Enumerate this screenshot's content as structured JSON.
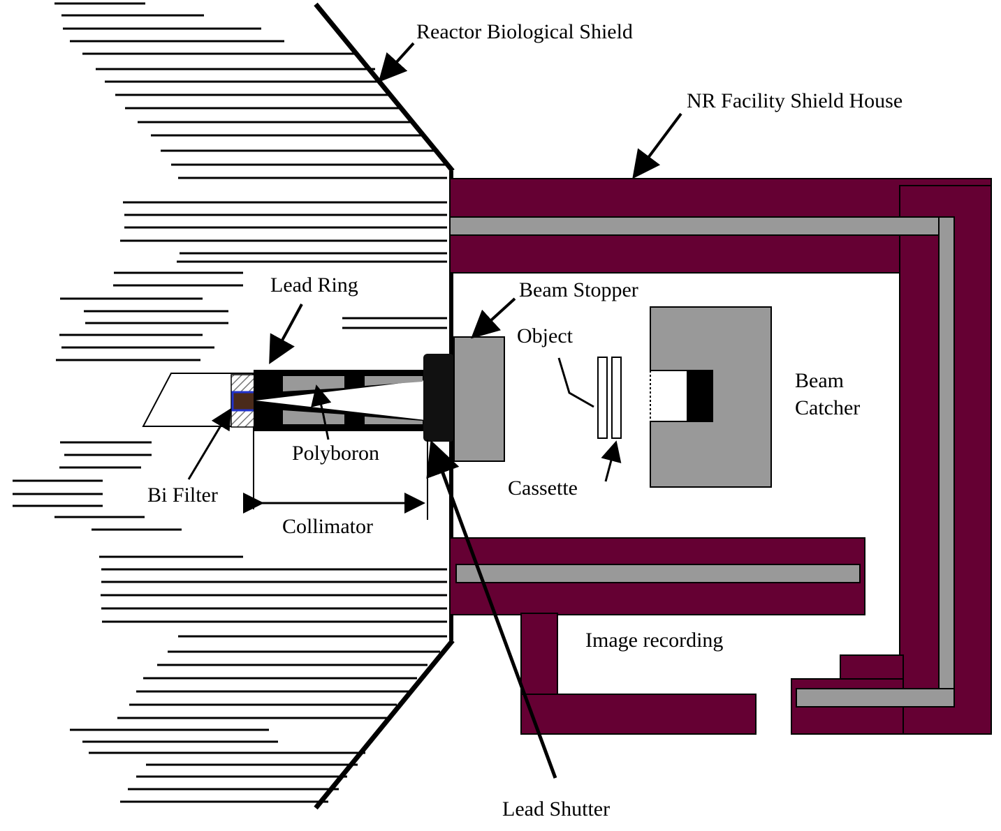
{
  "labels": {
    "reactor_shield": "Reactor Biological Shield",
    "facility_shield_house": "NR Facility Shield House",
    "lead_ring": "Lead Ring",
    "beam_stopper": "Beam Stopper",
    "object": "Object",
    "beam_catcher_line1": "Beam",
    "beam_catcher_line2": "Catcher",
    "polyboron": "Polyboron",
    "bi_filter": "Bi Filter",
    "cassette": "Cassette",
    "collimator": "Collimator",
    "image_recording": "Image recording",
    "lead_shutter": "Lead Shutter"
  },
  "colors": {
    "shield_house": "#650033",
    "steel_gray": "#999999",
    "lead_black": "#000000",
    "polyboron_brown": "#4a2a1a",
    "filter_outline": "#2233cc"
  }
}
